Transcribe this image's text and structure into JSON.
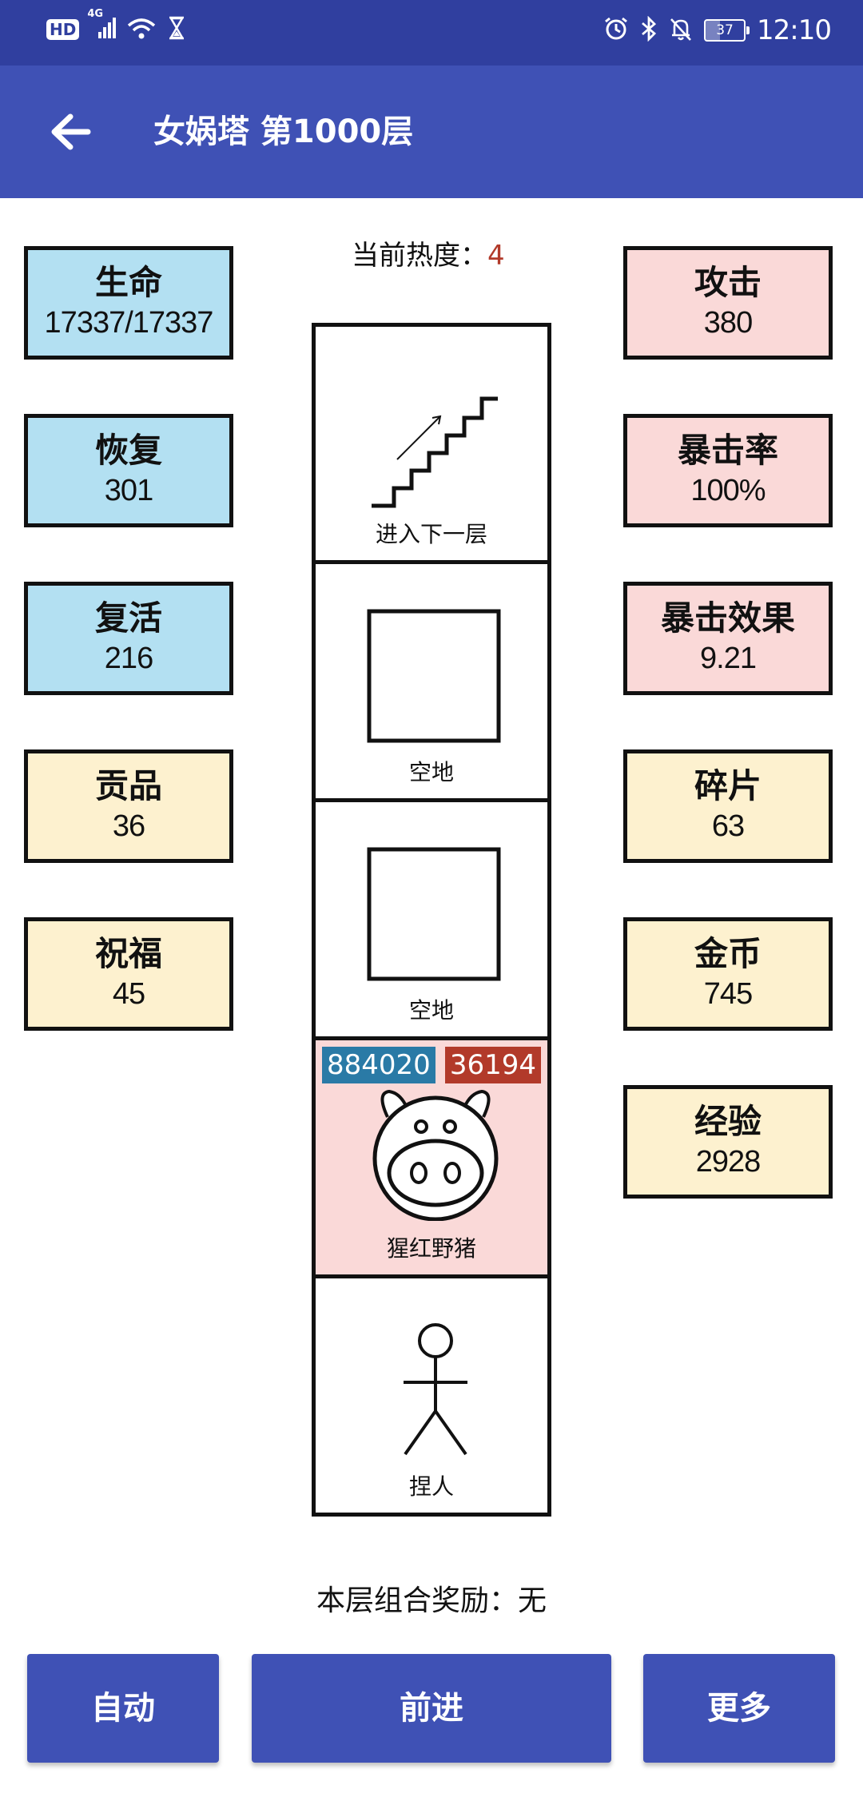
{
  "status_bar": {
    "hd": "HD",
    "network": "4G",
    "battery": "37",
    "time": "12:10",
    "icons": [
      "signal-icon",
      "wifi-icon",
      "hourglass-icon",
      "alarm-icon",
      "bluetooth-icon",
      "mute-icon",
      "battery-icon"
    ]
  },
  "app_bar": {
    "title": "女娲塔 第1000层",
    "back_icon": "arrow-left-icon"
  },
  "heat": {
    "label": "当前热度：",
    "value": "4"
  },
  "left_stats": [
    {
      "label": "生命",
      "value": "17337/17337",
      "color": "#b3e0f2"
    },
    {
      "label": "恢复",
      "value": "301",
      "color": "#b3e0f2"
    },
    {
      "label": "复活",
      "value": "216",
      "color": "#b3e0f2"
    },
    {
      "label": "贡品",
      "value": "36",
      "color": "#fdf1cf"
    },
    {
      "label": "祝福",
      "value": "45",
      "color": "#fdf1cf"
    }
  ],
  "right_stats": [
    {
      "label": "攻击",
      "value": "380",
      "color": "#fad9d8"
    },
    {
      "label": "暴击率",
      "value": "100%",
      "color": "#fad9d8"
    },
    {
      "label": "暴击效果",
      "value": "9.21",
      "color": "#fad9d8"
    },
    {
      "label": "碎片",
      "value": "63",
      "color": "#fdf1cf"
    },
    {
      "label": "金币",
      "value": "745",
      "color": "#fdf1cf"
    },
    {
      "label": "经验",
      "value": "2928",
      "color": "#fdf1cf"
    }
  ],
  "tower": [
    {
      "label": "进入下一层",
      "icon": "stairs-icon"
    },
    {
      "label": "空地",
      "icon": "empty-square-icon"
    },
    {
      "label": "空地",
      "icon": "empty-square-icon"
    },
    {
      "label": "猩红野猪",
      "icon": "pig-icon",
      "hp": "884020",
      "attack": "36194"
    },
    {
      "label": "捏人",
      "icon": "stick-figure-icon"
    }
  ],
  "combo": "本层组合奖励：无",
  "buttons": {
    "auto": "自动",
    "forward": "前进",
    "more": "更多"
  },
  "colors": {
    "status_bar": "#303f9f",
    "app_bar": "#3f51b5",
    "blue_card": "#b3e0f2",
    "pink_card": "#fad9d8",
    "yellow_card": "#fdf1cf",
    "hp_badge": "#2a7aa6",
    "atk_badge": "#b23a2a"
  }
}
